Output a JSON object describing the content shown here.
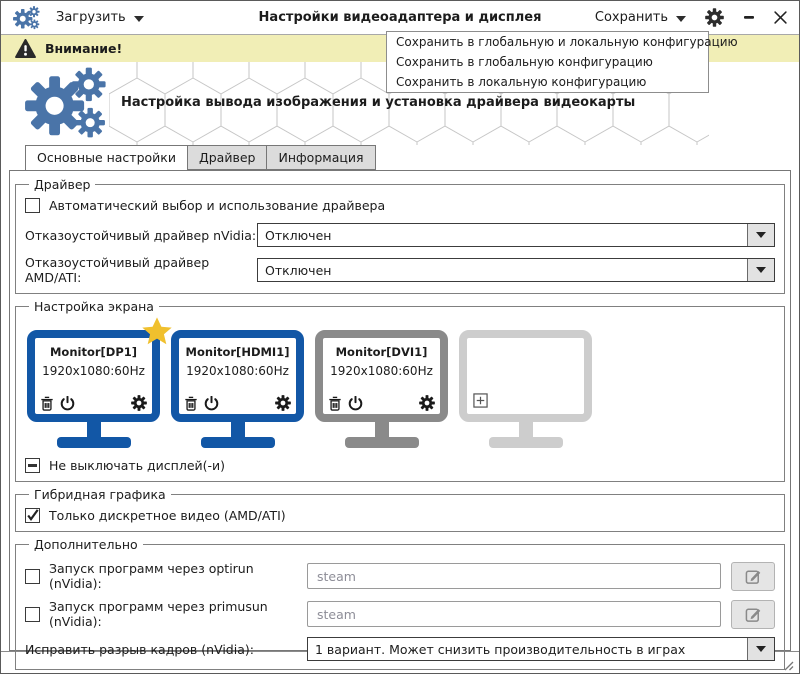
{
  "colors": {
    "accent_blue": "#4a74a8",
    "monitor_active_blue": "#1257a6",
    "monitor_off_gray": "#8a8a8a",
    "monitor_empty_gray": "#cdcdcd",
    "warning_bg": "#f1eeb6",
    "star_gold": "#f0c02e"
  },
  "titlebar": {
    "load_button": "Загрузить",
    "title": "Настройки видеоадаптера и дисплея",
    "save_button": "Сохранить"
  },
  "warning_bar": {
    "text": "Внимание!"
  },
  "save_menu": {
    "items": [
      "Сохранить в глобальную и локальную конфигурацию",
      "Сохранить в глобальную конфигурацию",
      "Сохранить в локальную конфигурацию"
    ]
  },
  "header": {
    "subtitle": "Настройка вывода изображения и установка драйвера видеокарты"
  },
  "tabs": [
    {
      "label": "Основные настройки",
      "active": true
    },
    {
      "label": "Драйвер",
      "active": false
    },
    {
      "label": "Информация",
      "active": false
    }
  ],
  "driver_group": {
    "legend": "Драйвер",
    "auto_driver_checkbox": {
      "label": "Автоматический выбор и использование драйвера",
      "checked": false
    },
    "nvidia_failsafe": {
      "label": "Отказоустойчивый драйвер nVidia:",
      "value": "Отключен"
    },
    "amd_failsafe": {
      "label": "Отказоустойчивый драйвер AMD/ATI:",
      "value": "Отключен"
    }
  },
  "screen_group": {
    "legend": "Настройка экрана",
    "monitors": [
      {
        "name": "Monitor[DP1]",
        "mode": "1920x1080:60Hz",
        "primary": true,
        "state": "enabled"
      },
      {
        "name": "Monitor[HDMI1]",
        "mode": "1920x1080:60Hz",
        "primary": false,
        "state": "enabled"
      },
      {
        "name": "Monitor[DVI1]",
        "mode": "1920x1080:60Hz",
        "primary": false,
        "state": "disabled"
      },
      {
        "name": "",
        "mode": "",
        "primary": false,
        "state": "empty-add-slot"
      }
    ],
    "keep_on_checkbox": {
      "label": "Не выключать дисплей(-и)",
      "state": "indeterminate"
    }
  },
  "hybrid_group": {
    "legend": "Гибридная графика",
    "discrete_only_checkbox": {
      "label": "Только дискретное видео (AMD/ATI)",
      "checked": true
    }
  },
  "extra_group": {
    "legend": "Дополнительно",
    "optirun": {
      "label": "Запуск программ через optirun (nVidia):",
      "checked": false,
      "placeholder": "steam"
    },
    "primusun": {
      "label": "Запуск программ через primusun (nVidia):",
      "checked": false,
      "placeholder": "steam"
    },
    "tearing_fix": {
      "label": "Исправить разрыв кадров (nVidia):",
      "value": "1 вариант. Может снизить производительность в играх"
    }
  },
  "icons": {
    "app_logo": "three-gears",
    "chevron": "triangle-down",
    "settings": "gear",
    "minimize": "dash",
    "close": "cross",
    "warning": "exclamation-triangle",
    "primary_marker": "gold-star",
    "monitor_actions": [
      "trash",
      "power",
      "gear"
    ],
    "add_monitor": "plus-in-box",
    "edit": "pencil",
    "resize": "diagonal-grip"
  }
}
